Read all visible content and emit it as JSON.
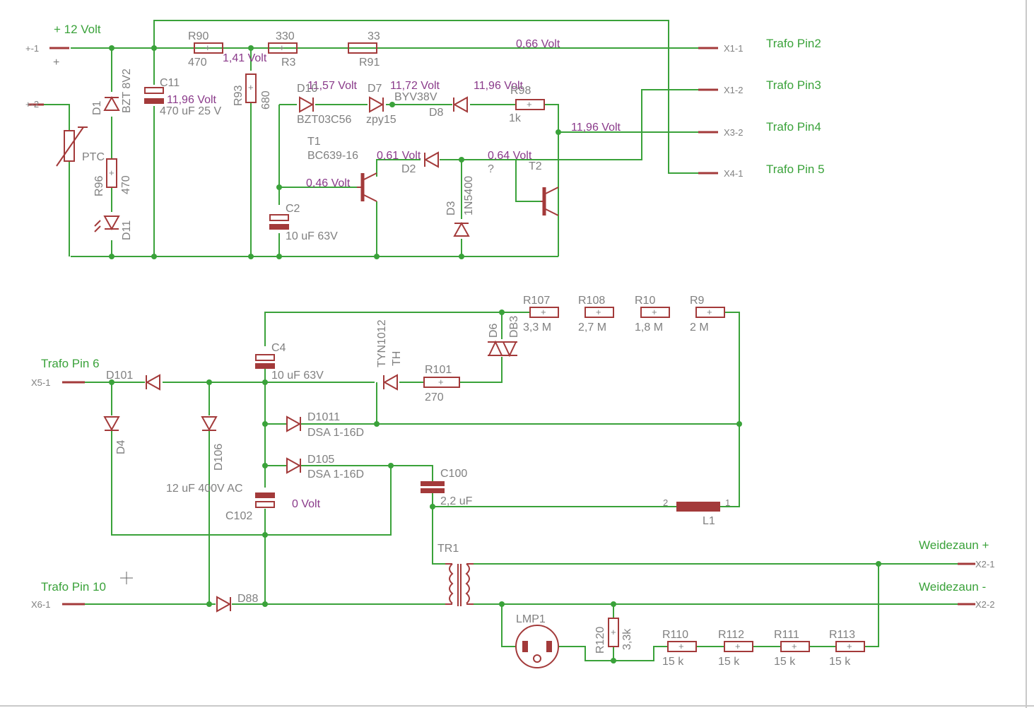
{
  "ports": {
    "p1": "+-1",
    "p2": "+-2",
    "plus": "+",
    "x11": "X1-1",
    "x12": "X1-2",
    "x32": "X3-2",
    "x41": "X4-1",
    "x51": "X5-1",
    "x61": "X6-1",
    "x21": "X2-1",
    "x22": "X2-2"
  },
  "net_labels": {
    "v12": "+ 12 Volt",
    "tp2": "Trafo Pin2",
    "tp3": "Trafo Pin3",
    "tp4": "Trafo Pin4",
    "tp5": "Trafo Pin 5",
    "tp6": "Trafo Pin 6",
    "tp10": "Trafo Pin 10",
    "wz_plus": "Weidezaun +",
    "wz_minus": "Weidezaun -"
  },
  "voltages": {
    "v1": "0,66 Volt",
    "v2": "1,41 Volt",
    "v3": "11,96 Volt",
    "v4": "11,57 Volt",
    "v5": "11,72 Volt",
    "v6": "11,96 Volt",
    "v7": "11,96 Volt",
    "v8": "0,61 Volt",
    "v9": "0,64 Volt",
    "v10": "0,46 Volt",
    "v11": "0 Volt"
  },
  "parts": {
    "R90": "R90",
    "R90v": "470",
    "R3v": "330",
    "R3": "R3",
    "R91v": "33",
    "R91": "R91",
    "C11": "C11",
    "C11v": "470 uF 25 V",
    "R93": "R93",
    "R93v": "680",
    "D1": "D1",
    "D1v": "BZT 8V2",
    "PTC": "PTC",
    "R96": "R96",
    "R96v": "470",
    "D11": "D11",
    "D10": "D10",
    "D10v": "BZT03C56",
    "D7": "D7",
    "D7v": "zpy15",
    "D8": "D8",
    "D8v": "BYV38V",
    "R98": "R98",
    "R98v": "1k",
    "T1": "T1",
    "T1v": "BC639-16",
    "D2": "D2",
    "D3": "D3",
    "D3v": "1N5400",
    "T2q": "?",
    "T2": "T2",
    "C2": "C2",
    "C2v": "10 uF 63V",
    "R107": "R107",
    "R107v": "3,3 M",
    "R108": "R108",
    "R108v": "2,7 M",
    "R10": "R10",
    "R10v": "1,8 M",
    "R9": "R9",
    "R9v": "2 M",
    "C4": "C4",
    "C4v": "10 uF 63V",
    "TYN": "TYN1012",
    "TH": "TH",
    "D6": "D6",
    "DB3": "DB3",
    "R101": "R101",
    "R101v": "270",
    "D101": "D101",
    "D1011": "D1011",
    "D1011v": "DSA 1-16D",
    "D105": "D105",
    "D105v": "DSA 1-16D",
    "C100": "C100",
    "C100v": "2,2 uF",
    "D4": "D4",
    "D106": "D106",
    "C102v": "12 uF 400V AC",
    "C102": "C102",
    "L1": "L1",
    "L1p2": "2",
    "L1p1": "1",
    "TR1": "TR1",
    "D88": "D88",
    "LMP1": "LMP1",
    "R120": "R120",
    "R120v": "3,3k",
    "R110": "R110",
    "R112": "R112",
    "R111": "R111",
    "R113": "R113",
    "R15k": "15 k"
  },
  "colors": {
    "wire": "#3aa23a",
    "component": "#a33a3a",
    "label": "#808080",
    "voltage": "#8a3a8a"
  }
}
